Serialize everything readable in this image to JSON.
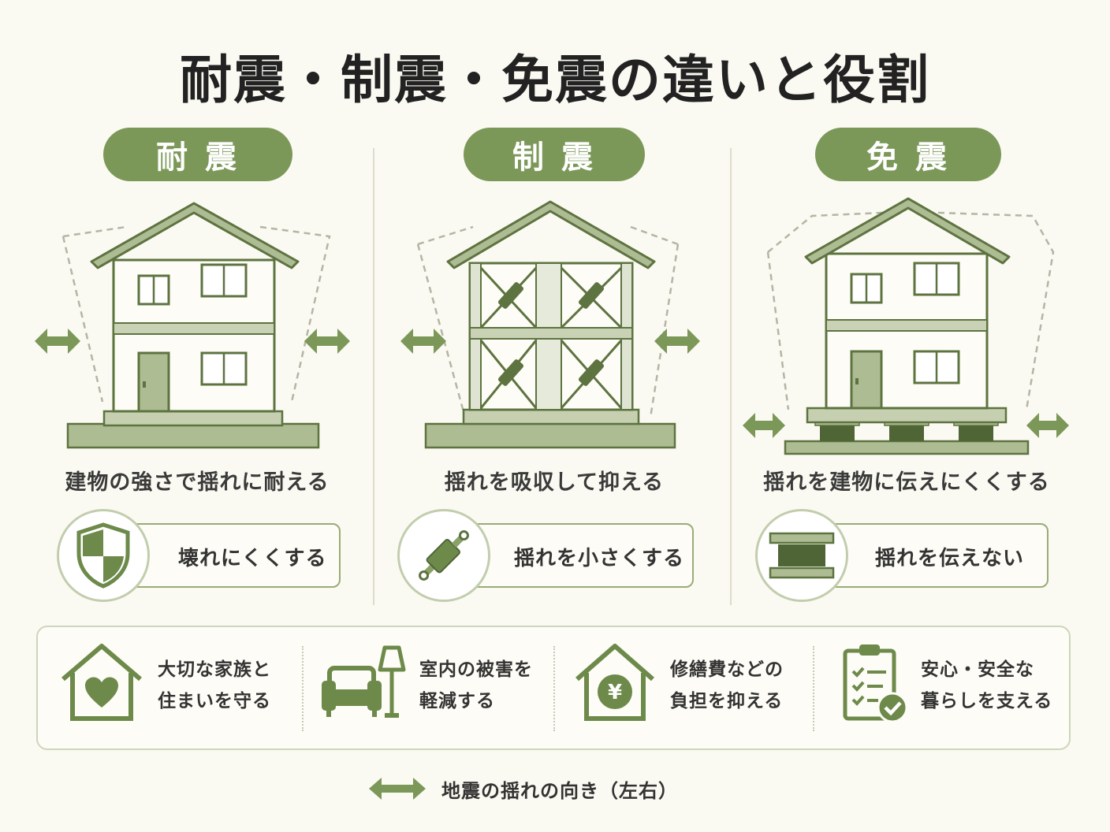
{
  "title": "耐震・制震・免震の違いと役割",
  "columns": [
    {
      "name": "耐 震",
      "description": "建物の強さで揺れに耐える",
      "feature": "壊れにくくする",
      "feature_icon": "shield-icon"
    },
    {
      "name": "制 震",
      "description": "揺れを吸収して抑える",
      "feature": "揺れを小さくする",
      "feature_icon": "damper-icon"
    },
    {
      "name": "免 震",
      "description": "揺れを建物に伝えにくくする",
      "feature": "揺れを伝えない",
      "feature_icon": "isolator-bearing-icon"
    }
  ],
  "benefits": [
    {
      "line1": "大切な家族と",
      "line2": "住まいを守る",
      "icon": "house-heart-icon"
    },
    {
      "line1": "室内の被害を",
      "line2": "軽減する",
      "icon": "sofa-lamp-icon"
    },
    {
      "line1": "修繕費などの",
      "line2": "負担を抑える",
      "icon": "house-yen-icon"
    },
    {
      "line1": "安心・安全な",
      "line2": "暮らしを支える",
      "icon": "clipboard-check-icon"
    }
  ],
  "legend": {
    "label": "地震の揺れの向き（左右）",
    "icon": "double-arrow-icon"
  },
  "colors": {
    "accent": "#7b9858",
    "dark_line": "#5d7340",
    "pale": "#e8ecdd",
    "background": "#fbfaf2"
  }
}
